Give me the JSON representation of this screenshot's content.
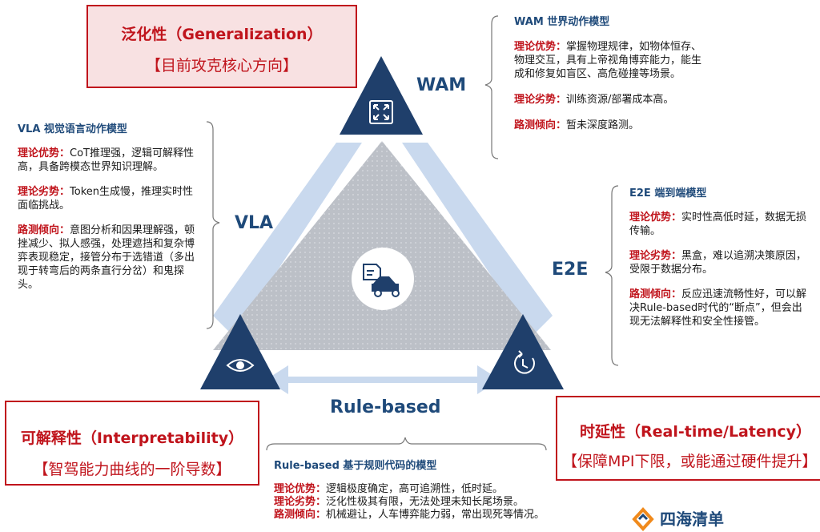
{
  "generalization": {
    "title": "泛化性（Generalization）",
    "subtitle": "【目前攻克核心方向】"
  },
  "interpretability": {
    "title": "可解释性（Interpretability）",
    "subtitle": "【智驾能力曲线的一阶导数】"
  },
  "latency": {
    "title": "时延性（Real-time/Latency）",
    "subtitle": "【保障MPI下限，或能通过硬件提升】"
  },
  "vertices": {
    "wam": "WAM",
    "vla": "VLA",
    "e2e": "E2E",
    "rule": "Rule-based"
  },
  "icons": {
    "wam": "expand-icon",
    "vla": "eye-icon",
    "e2e": "clock-icon",
    "center": "car-code-icon"
  },
  "colors": {
    "accent": "#c0141c",
    "navy": "#1f4a7a",
    "arrow": "#c9d9ee",
    "triangle": "#bfc3ca"
  },
  "labels": {
    "adv": "理论优势：",
    "dis": "理论劣势：",
    "road": "路测倾向："
  },
  "wam_panel": {
    "title": "WAM 世界动作模型",
    "adv": "掌握物理规律，如物体恒存、物理交互，具有上帝视角博弈能力，能生成和修复如盲区、高危碰撞等场景。",
    "dis": "训练资源/部署成本高。",
    "road": "暂未深度路测。"
  },
  "vla_panel": {
    "title": "VLA 视觉语言动作模型",
    "adv": "CoT推理强，逻辑可解释性高，具备跨模态世界知识理解。",
    "dis": "Token生成慢，推理实时性面临挑战。",
    "road": "意图分析和因果理解强，顿挫减少、拟人感强，处理遮挡和复杂博弈表现稳定，接管分布于选错道（多出现于转弯后的两条直行分岔）和鬼探头。"
  },
  "e2e_panel": {
    "title": "E2E 端到端模型",
    "adv": "实时性高低时延，数据无损传输。",
    "dis": "黑盒，难以追溯决策原因，受限于数据分布。",
    "road": "反应迅速流畅性好，可以解决Rule-based时代的“断点”，但会出现无法解释性和安全性接管。"
  },
  "rule_panel": {
    "title": "Rule-based 基于规则代码的模型",
    "adv": "逻辑极度确定，高可追溯性，低时延。",
    "dis": "泛化性极其有限，无法处理未知长尾场景。",
    "road": "机械避让，人车博弈能力弱，常出现死等情况。"
  },
  "logo": {
    "text": "四海清单"
  }
}
